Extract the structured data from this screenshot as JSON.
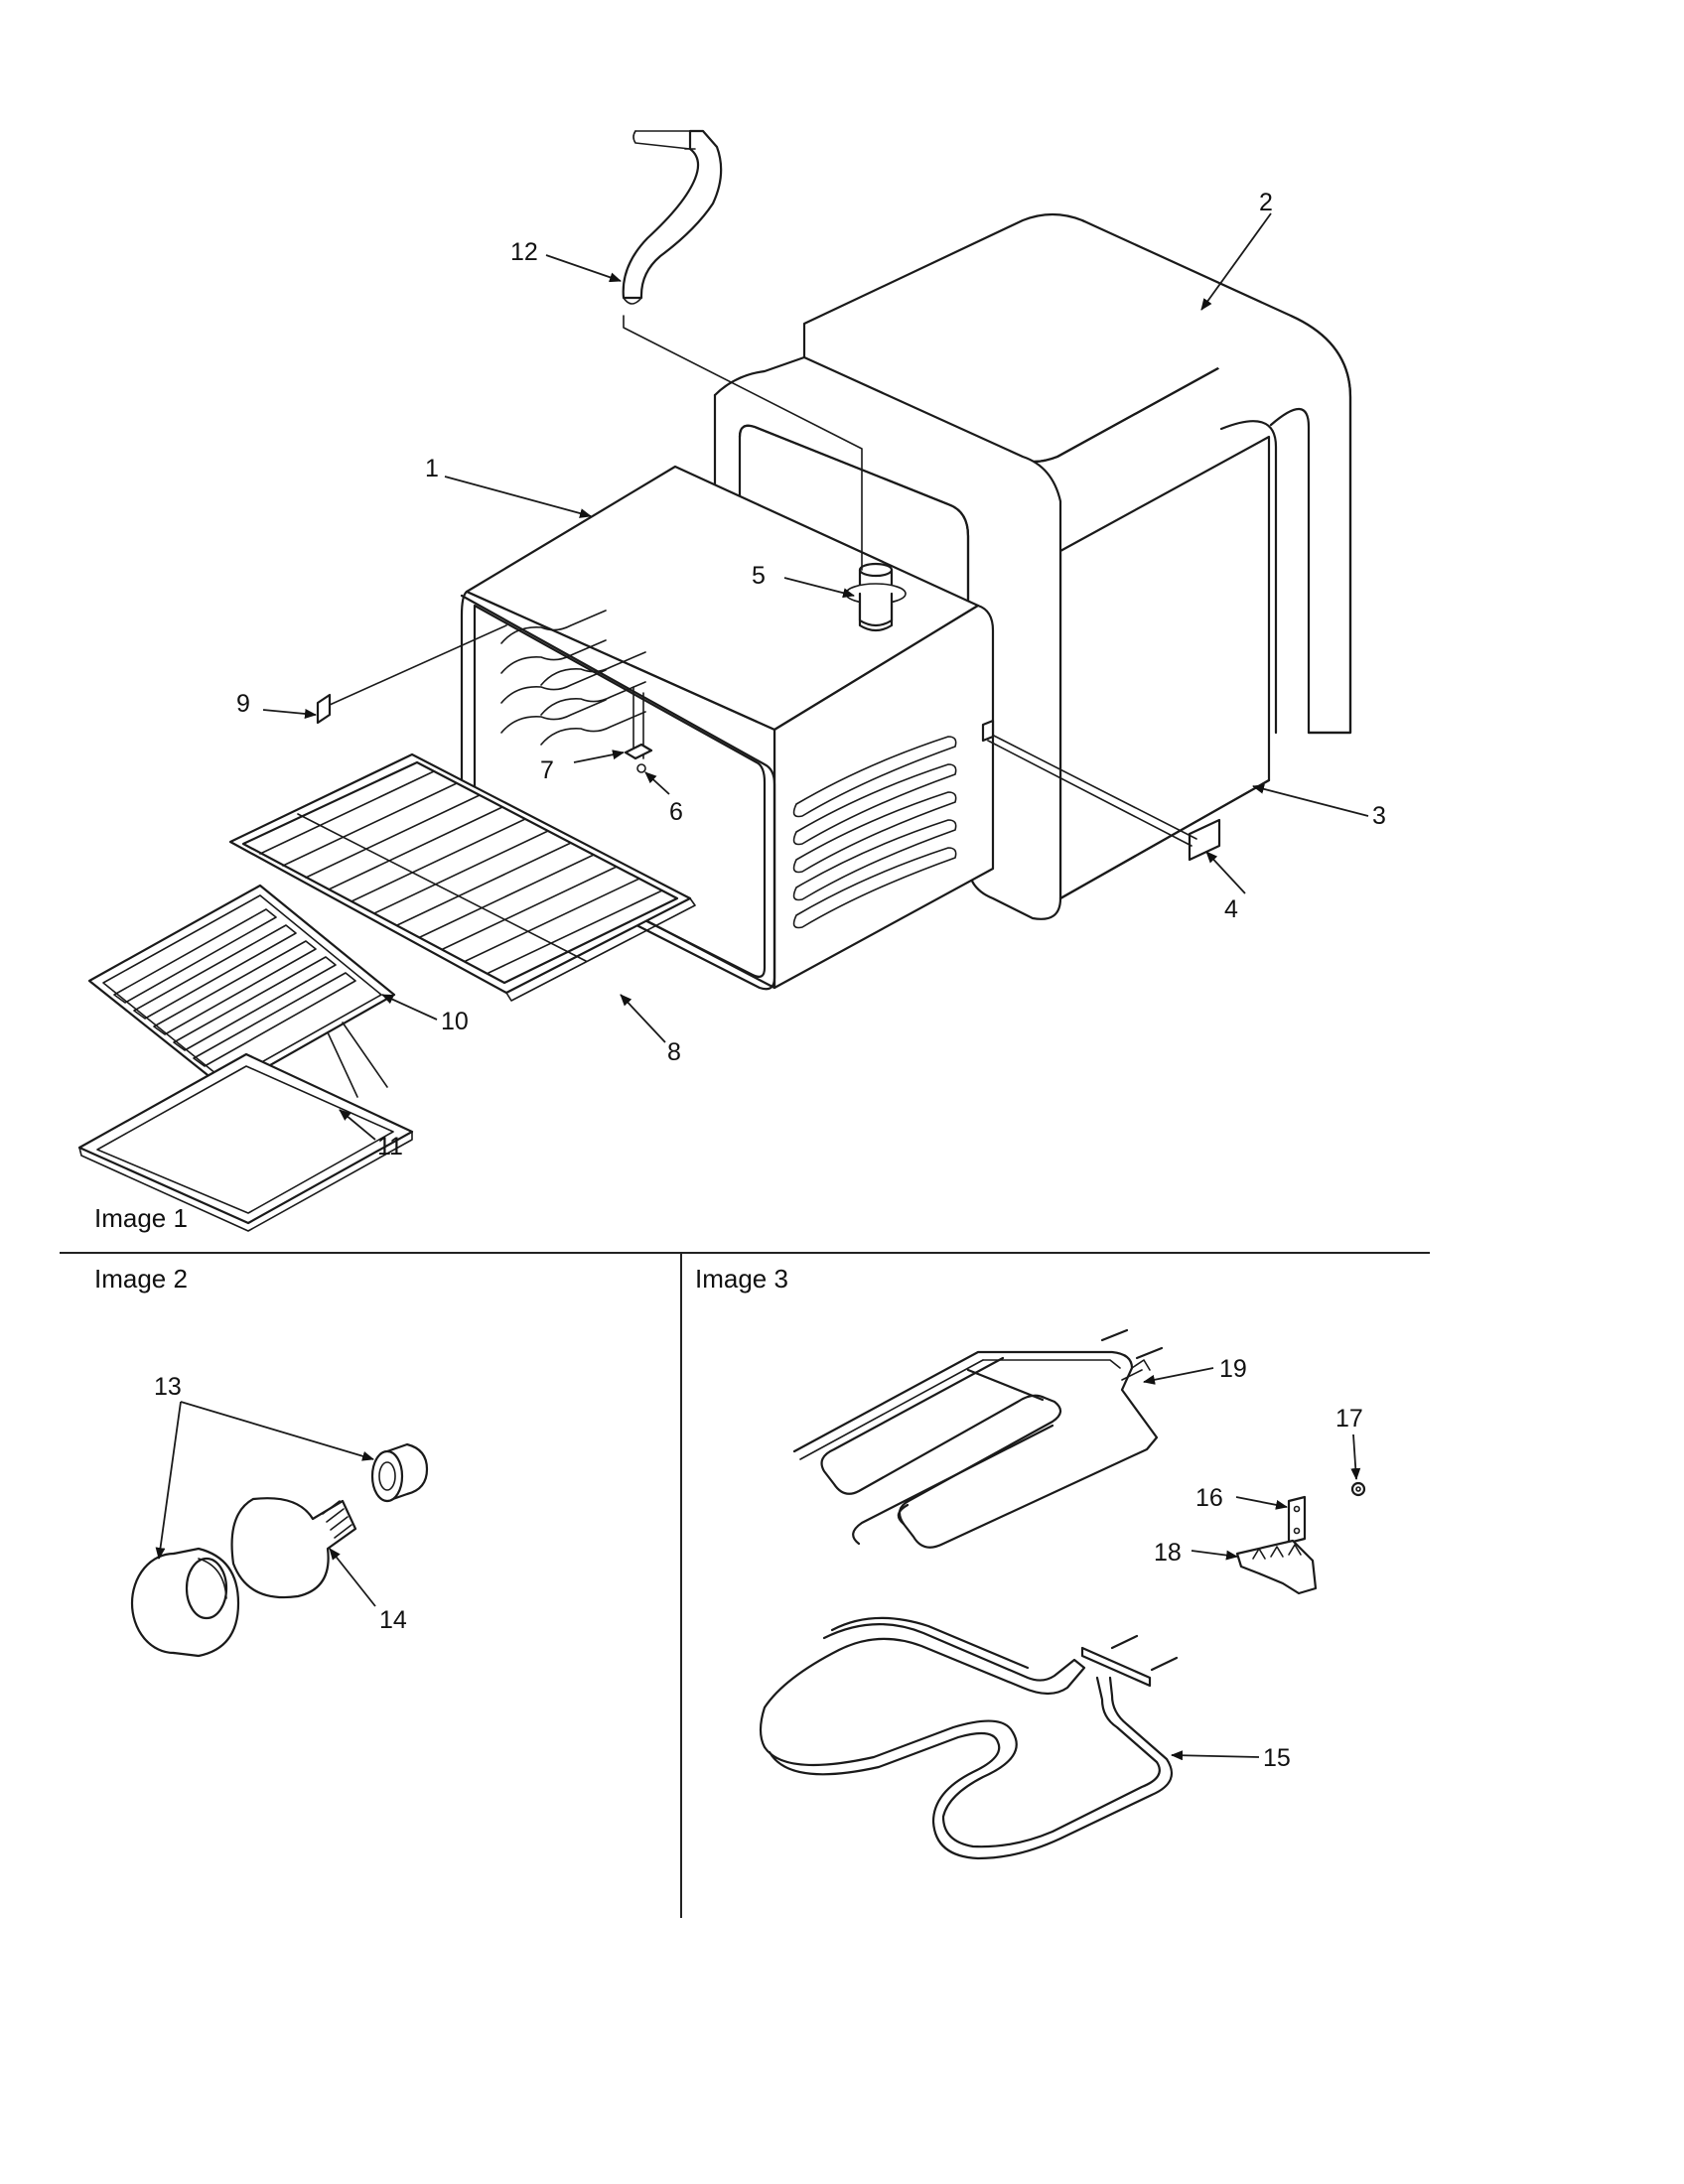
{
  "sections": {
    "image1": "Image 1",
    "image2": "Image 2",
    "image3": "Image 3"
  },
  "callouts": {
    "c1": "1",
    "c2": "2",
    "c3": "3",
    "c4": "4",
    "c5": "5",
    "c6": "6",
    "c7": "7",
    "c8": "8",
    "c9": "9",
    "c10": "10",
    "c11": "11",
    "c12": "12",
    "c13": "13",
    "c14": "14",
    "c15": "15",
    "c16": "16",
    "c17": "17",
    "c18": "18",
    "c19": "19"
  }
}
